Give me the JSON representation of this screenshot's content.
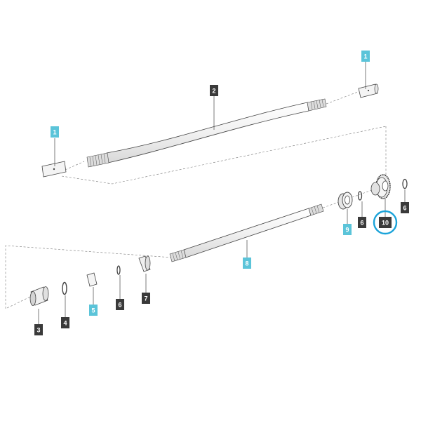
{
  "diagram": {
    "colors": {
      "dark_tag": "#3a3a3a",
      "light_tag": "#5bc4d9",
      "tag_text": "#ffffff",
      "highlight": "#1aa3d9",
      "line": "#555555",
      "part_fill": "#f3f3f3",
      "part_stroke": "#444444"
    },
    "callouts": [
      {
        "id": "c1a",
        "label": "1",
        "style": "light"
      },
      {
        "id": "c2",
        "label": "2",
        "style": "dark"
      },
      {
        "id": "c1b",
        "label": "1",
        "style": "light"
      },
      {
        "id": "c3",
        "label": "3",
        "style": "dark"
      },
      {
        "id": "c4",
        "label": "4",
        "style": "dark"
      },
      {
        "id": "c5",
        "label": "5",
        "style": "light"
      },
      {
        "id": "c6a",
        "label": "6",
        "style": "dark"
      },
      {
        "id": "c7",
        "label": "7",
        "style": "dark"
      },
      {
        "id": "c8",
        "label": "8",
        "style": "light"
      },
      {
        "id": "c9",
        "label": "9",
        "style": "light"
      },
      {
        "id": "c6b",
        "label": "6",
        "style": "dark"
      },
      {
        "id": "c10",
        "label": "10",
        "style": "dark",
        "highlighted": true
      },
      {
        "id": "c6c",
        "label": "6",
        "style": "dark"
      }
    ]
  }
}
